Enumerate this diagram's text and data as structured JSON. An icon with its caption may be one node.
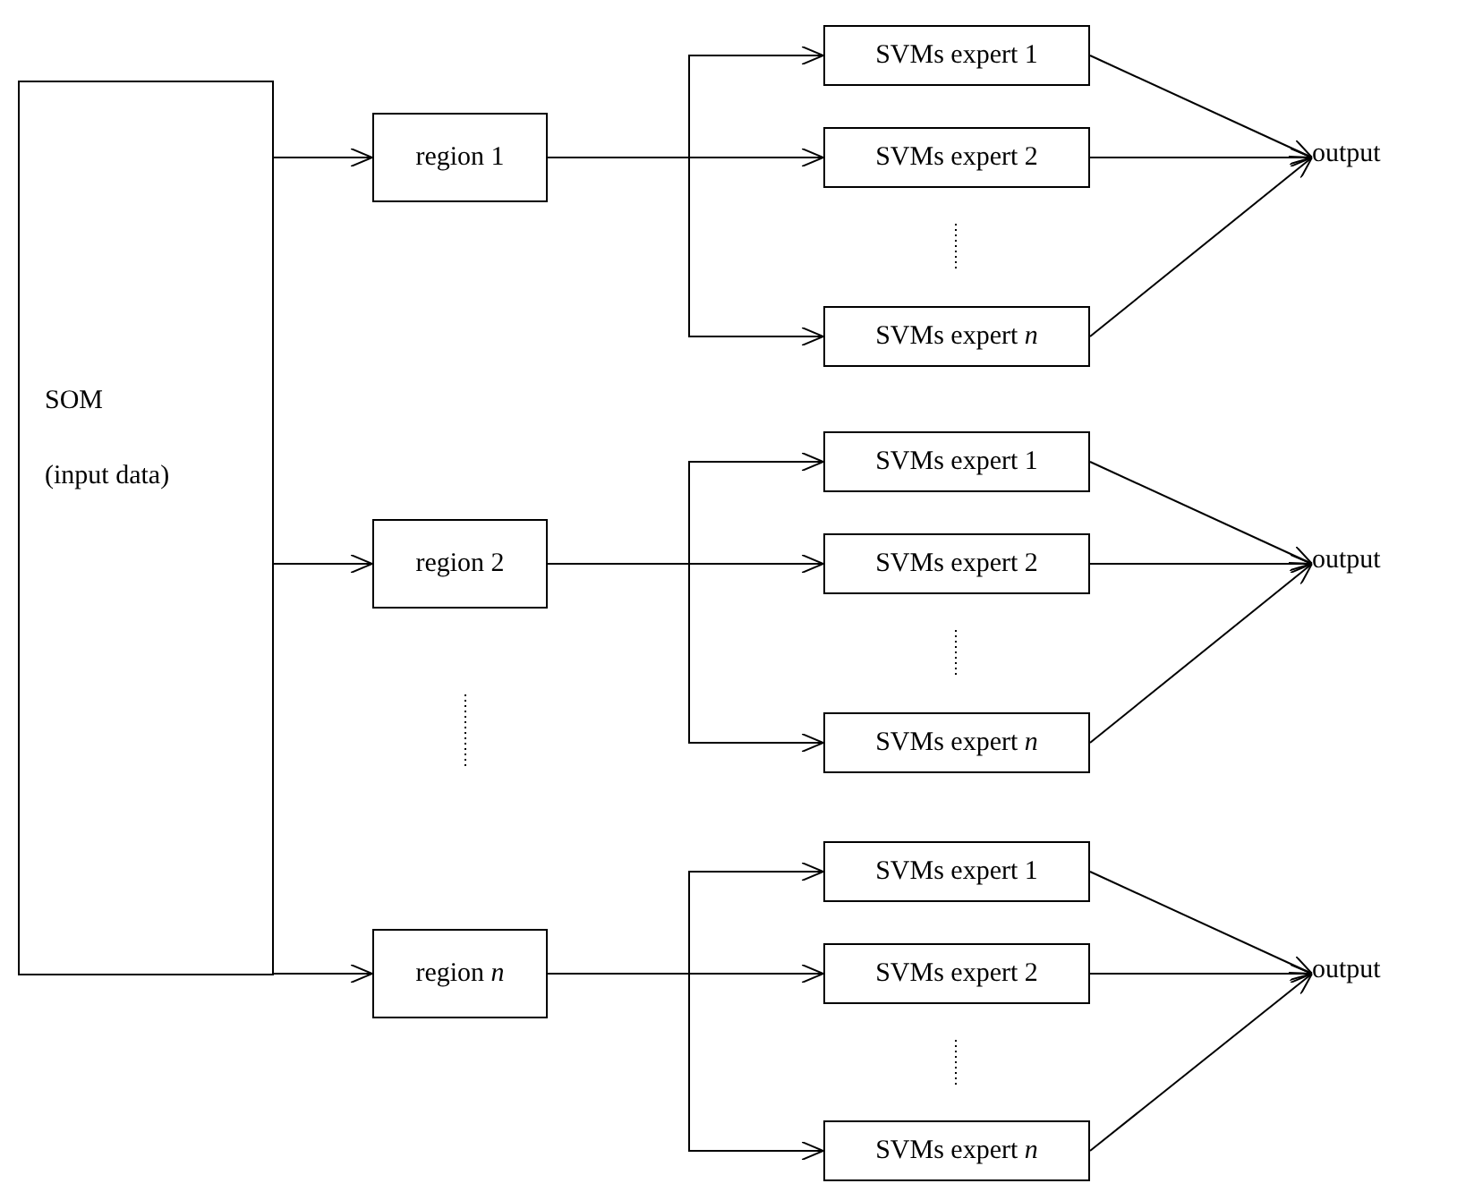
{
  "diagram": {
    "nodes": [
      {
        "text": [
          "SOM",
          "(input data)"
        ]
      },
      {
        "text": [
          "region 1"
        ]
      },
      {
        "text": [
          "SVMs expert 1"
        ]
      },
      {
        "text": [
          "SVMs expert 2"
        ]
      },
      {
        "text": [
          "SVMs expert *n*"
        ]
      },
      {
        "text": [
          "output"
        ]
      },
      {
        "text": [
          "region 2"
        ]
      },
      {
        "text": [
          "SVMs expert 1"
        ]
      },
      {
        "text": [
          "SVMs expert 2"
        ]
      },
      {
        "text": [
          "SVMs expert *n*"
        ]
      },
      {
        "text": [
          "output"
        ]
      },
      {
        "text": [
          "region *n*"
        ]
      },
      {
        "text": [
          "SVMs expert 1"
        ]
      },
      {
        "text": [
          "SVMs expert 2"
        ]
      },
      {
        "text": [
          "SVMs expert *n*"
        ]
      },
      {
        "text": [
          "output"
        ]
      }
    ],
    "edges": [
      {
        "from": 0,
        "to": 1,
        "arrow": "to"
      },
      {
        "from": 0,
        "to": 6,
        "arrow": "to"
      },
      {
        "from": 0,
        "to": 11,
        "arrow": "to"
      },
      {
        "from": 1,
        "to": 2,
        "arrow": "to"
      },
      {
        "from": 1,
        "to": 3,
        "arrow": "to"
      },
      {
        "from": 1,
        "to": 4,
        "arrow": "to"
      },
      {
        "from": 2,
        "to": 5,
        "arrow": "to"
      },
      {
        "from": 3,
        "to": 5,
        "arrow": "to"
      },
      {
        "from": 4,
        "to": 5,
        "arrow": "to"
      },
      {
        "from": 6,
        "to": 7,
        "arrow": "to"
      },
      {
        "from": 6,
        "to": 8,
        "arrow": "to"
      },
      {
        "from": 6,
        "to": 9,
        "arrow": "to"
      },
      {
        "from": 7,
        "to": 10,
        "arrow": "to"
      },
      {
        "from": 8,
        "to": 10,
        "arrow": "to"
      },
      {
        "from": 9,
        "to": 10,
        "arrow": "to"
      },
      {
        "from": 11,
        "to": 12,
        "arrow": "to"
      },
      {
        "from": 11,
        "to": 13,
        "arrow": "to"
      },
      {
        "from": 11,
        "to": 14,
        "arrow": "to"
      },
      {
        "from": 12,
        "to": 15,
        "arrow": "to"
      },
      {
        "from": 13,
        "to": 15,
        "arrow": "to"
      },
      {
        "from": 14,
        "to": 15,
        "arrow": "to"
      }
    ]
  }
}
